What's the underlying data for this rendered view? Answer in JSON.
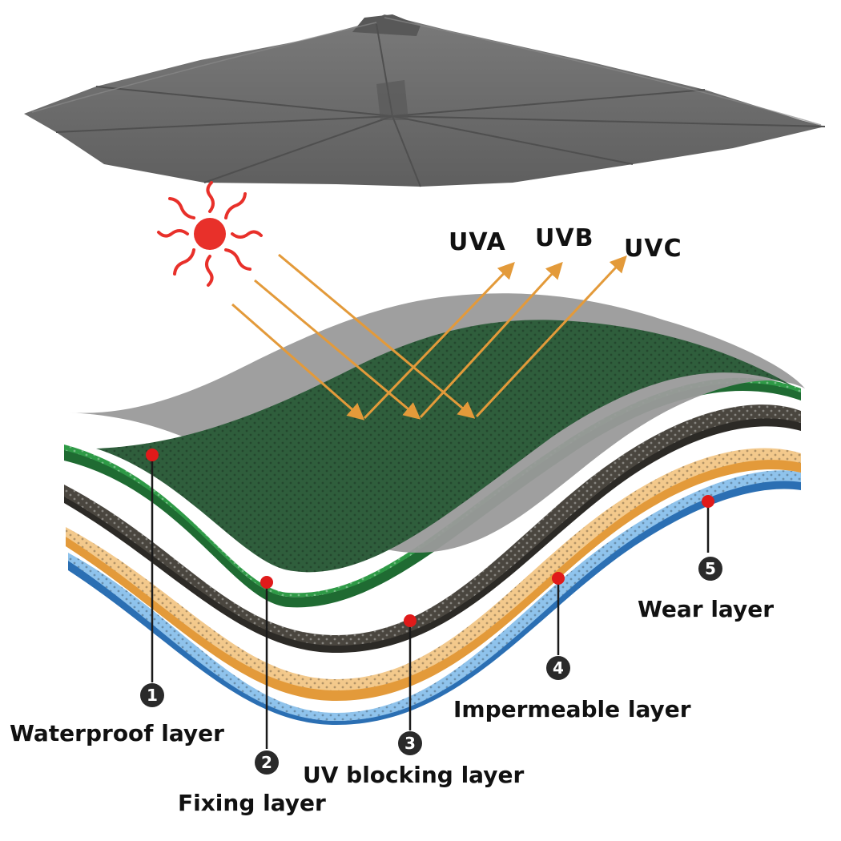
{
  "rays": [
    {
      "label": "UVA"
    },
    {
      "label": "UVB"
    },
    {
      "label": "UVC"
    }
  ],
  "layers": [
    {
      "number": "1",
      "label": "Waterproof layer",
      "color": "#8c8c8c"
    },
    {
      "number": "2",
      "label": "Fixing layer",
      "color": "#2e9a46"
    },
    {
      "number": "3",
      "label": "UV blocking layer",
      "color": "#4a463f"
    },
    {
      "number": "4",
      "label": "Impermeable layer",
      "color": "#f3c98c"
    },
    {
      "number": "5",
      "label": "Wear layer",
      "color": "#8fc3ec"
    }
  ],
  "colors": {
    "umbrella": "#6e6e6e",
    "sun": "#e8302a",
    "ray": "#e39a3a",
    "marker": "#e01a1a"
  },
  "icons": [
    "umbrella-icon",
    "sun-icon"
  ]
}
